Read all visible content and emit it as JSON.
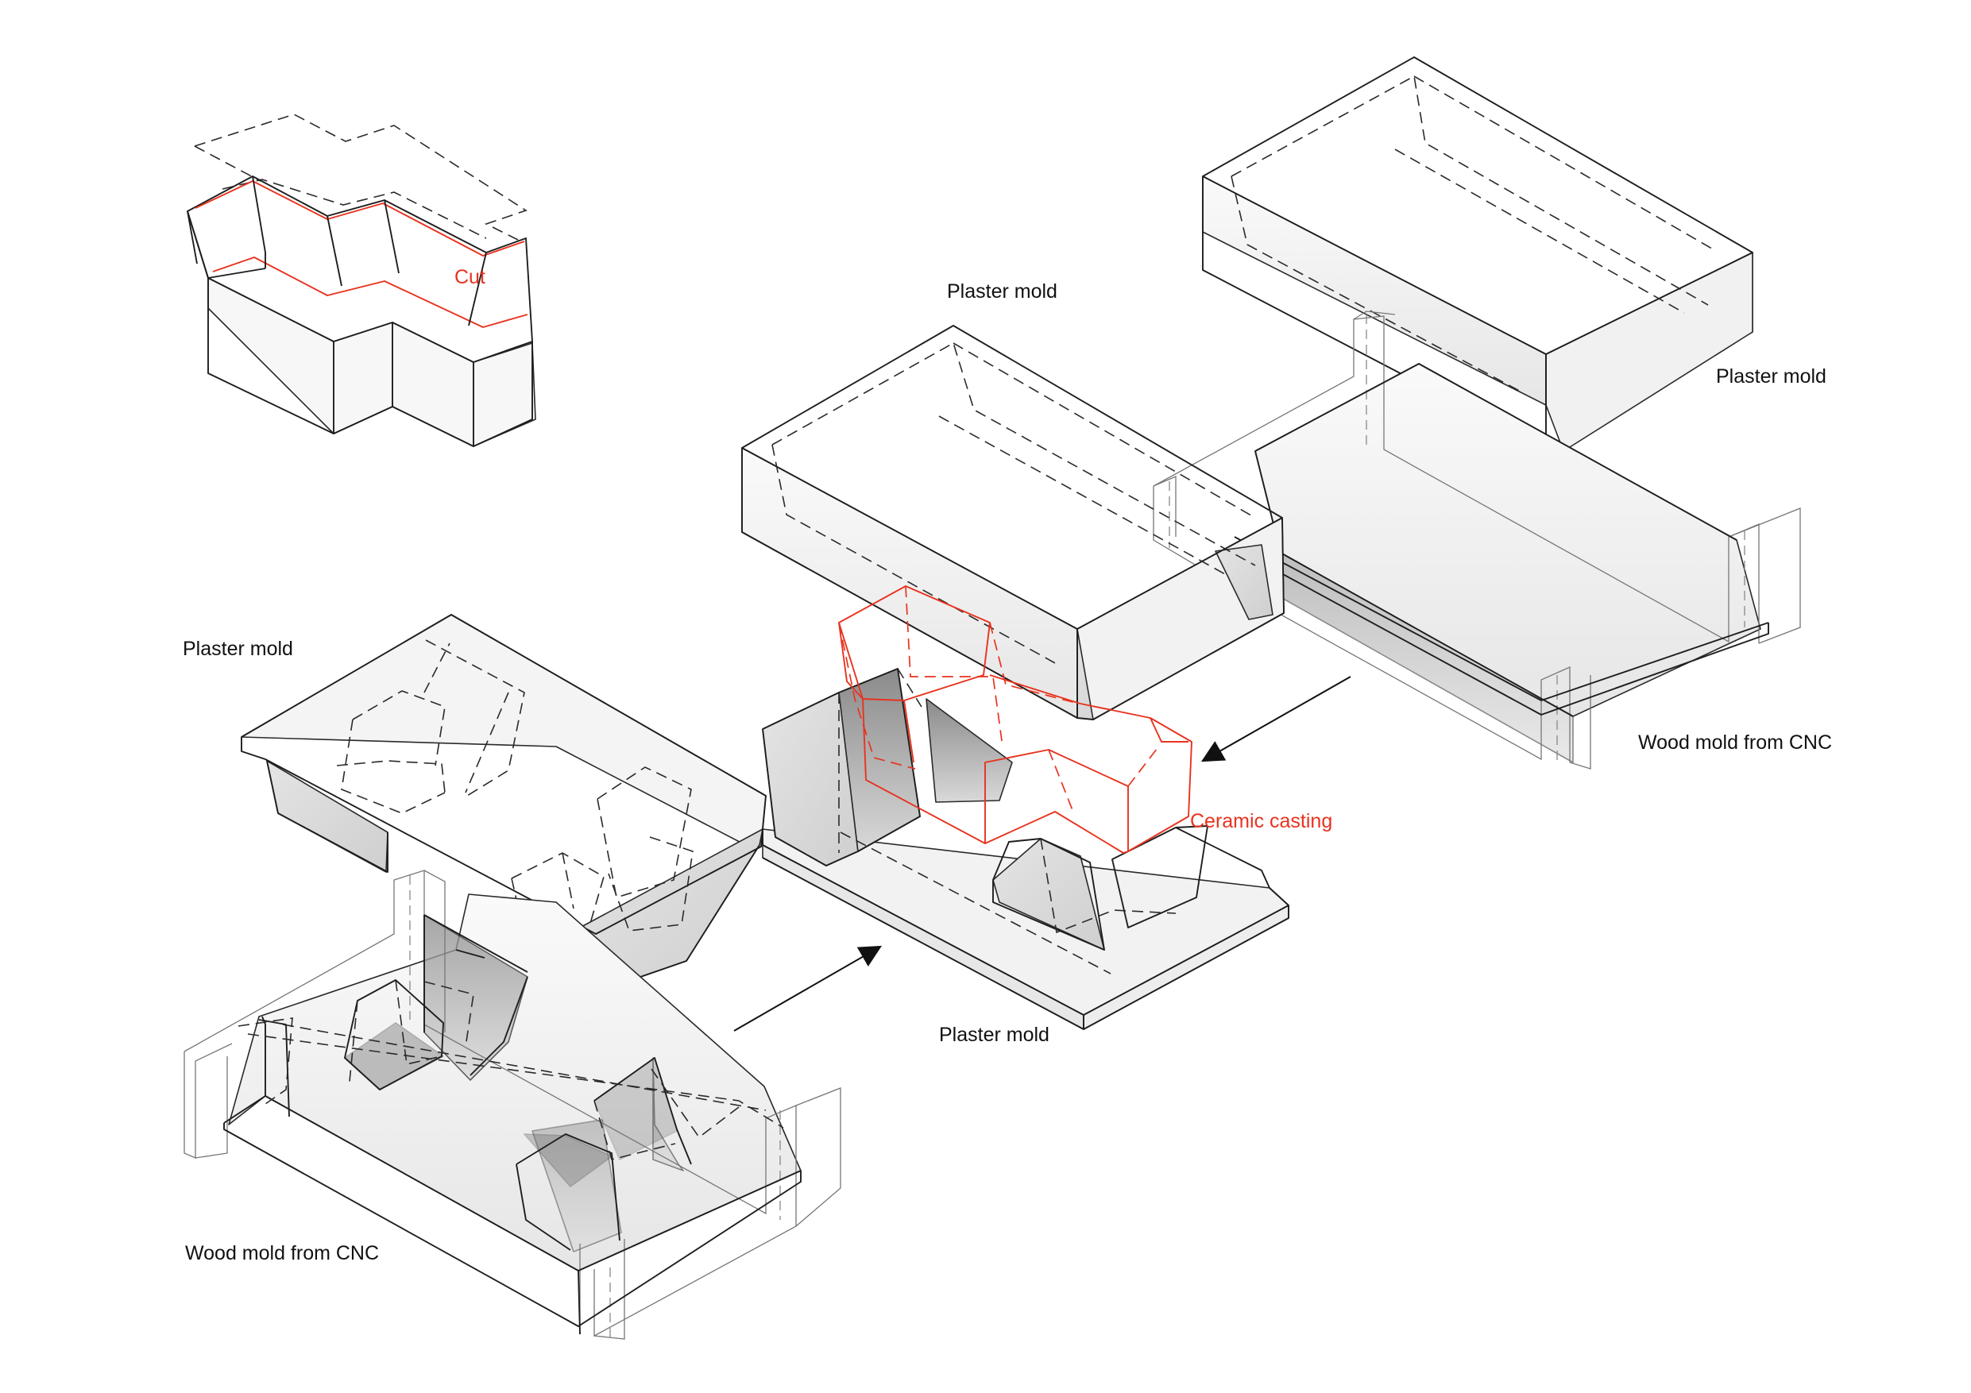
{
  "labels": {
    "cut": "Cut",
    "plaster_top_middle": "Plaster mold",
    "plaster_top_right": "Plaster mold",
    "plaster_left": "Plaster mold",
    "plaster_bottom_middle": "Plaster mold",
    "wood_right": "Wood mold from CNC",
    "wood_left": "Wood mold from CNC",
    "ceramic": "Ceramic casting"
  },
  "colors": {
    "line": "#1e1e1e",
    "accent_red": "#e8331f",
    "face_light": "#f3f3f3",
    "face_mid": "#e2e2e2",
    "face_dark": "#c8c8c8"
  }
}
